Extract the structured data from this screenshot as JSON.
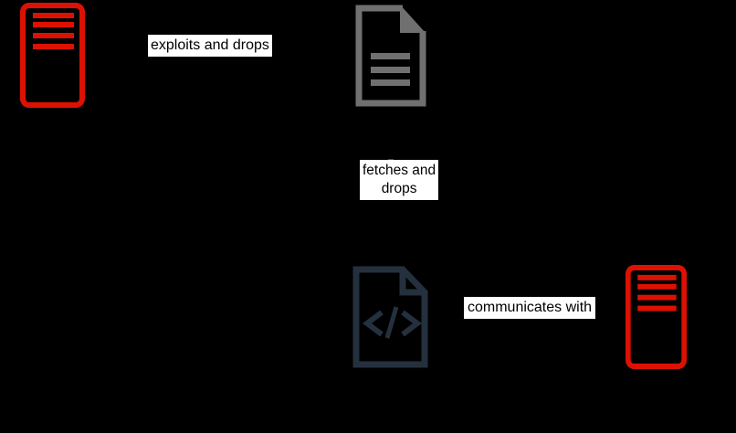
{
  "canvas": {
    "background": "#000000"
  },
  "colors": {
    "server_red": "#dd1102",
    "document_gray": "#707070",
    "code_navy": "#25303e",
    "label_bg": "#ffffff",
    "label_text": "#000000"
  },
  "diagram": {
    "nodes": [
      {
        "id": "attacker-server",
        "icon": "server-icon",
        "color": "#dd1102"
      },
      {
        "id": "document-file",
        "icon": "document-icon",
        "color": "#707070"
      },
      {
        "id": "code-file",
        "icon": "code-file-icon",
        "color": "#25303e"
      },
      {
        "id": "c2-server",
        "icon": "server-icon",
        "color": "#dd1102"
      }
    ],
    "edge_labels": {
      "exploits": "exploits and drops",
      "fetches": "fetches and\ndrops",
      "communicates": "communicates with"
    }
  }
}
